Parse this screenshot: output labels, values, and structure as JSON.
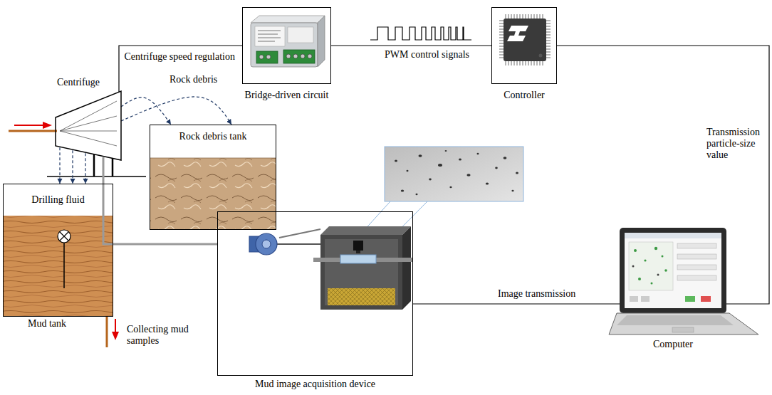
{
  "diagram": {
    "nodes": [
      {
        "text": [
          "Centrifuge"
        ]
      },
      {
        "text": [
          "Rock debris tank"
        ]
      },
      {
        "text": [
          "Drilling fluid",
          "Mud tank"
        ]
      },
      {
        "text": [
          "Bridge-driven circuit"
        ]
      },
      {
        "text": [
          "Controller"
        ]
      },
      {
        "text": [
          "Computer"
        ]
      },
      {
        "text": [
          "Mud image acquisition device"
        ]
      }
    ],
    "edges": [
      {
        "from": 3,
        "to": 0,
        "label": "Centrifuge speed regulation",
        "arrow": "none"
      },
      {
        "from": 4,
        "to": 3,
        "label": "PWM control signals",
        "arrow": "none"
      },
      {
        "from": 0,
        "to": 1,
        "label": "Rock debris",
        "arrow": "to"
      },
      {
        "from": 0,
        "to": 1,
        "arrow": "to"
      },
      {
        "from": 0,
        "to": 2,
        "arrow": "to"
      },
      {
        "from": 0,
        "to": 2,
        "arrow": "to"
      },
      {
        "from": 0,
        "to": 2,
        "arrow": "to"
      },
      {
        "from": 0,
        "to": 6,
        "label": "Collecting mud samples",
        "arrow": "none"
      },
      {
        "from": 6,
        "to": 5,
        "label": "Image transmission",
        "arrow": "none"
      },
      {
        "from": 5,
        "to": 4,
        "label": "Transmission particle-size value",
        "arrow": "none"
      }
    ]
  }
}
